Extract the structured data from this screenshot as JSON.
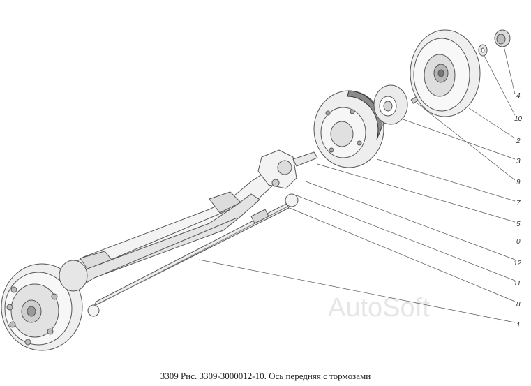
{
  "caption": "3309 Рис. 3309-3000012-10. Ось передняя с тормозами",
  "watermark": "AutoSoft",
  "callouts": [
    "4",
    "10",
    "2",
    "3",
    "9",
    "7",
    "5",
    "0",
    "12",
    "11",
    "8",
    "1"
  ],
  "colors": {
    "line": "#555555",
    "part_fill": "#f2f2f2",
    "shadow": "#bdbdbd"
  }
}
